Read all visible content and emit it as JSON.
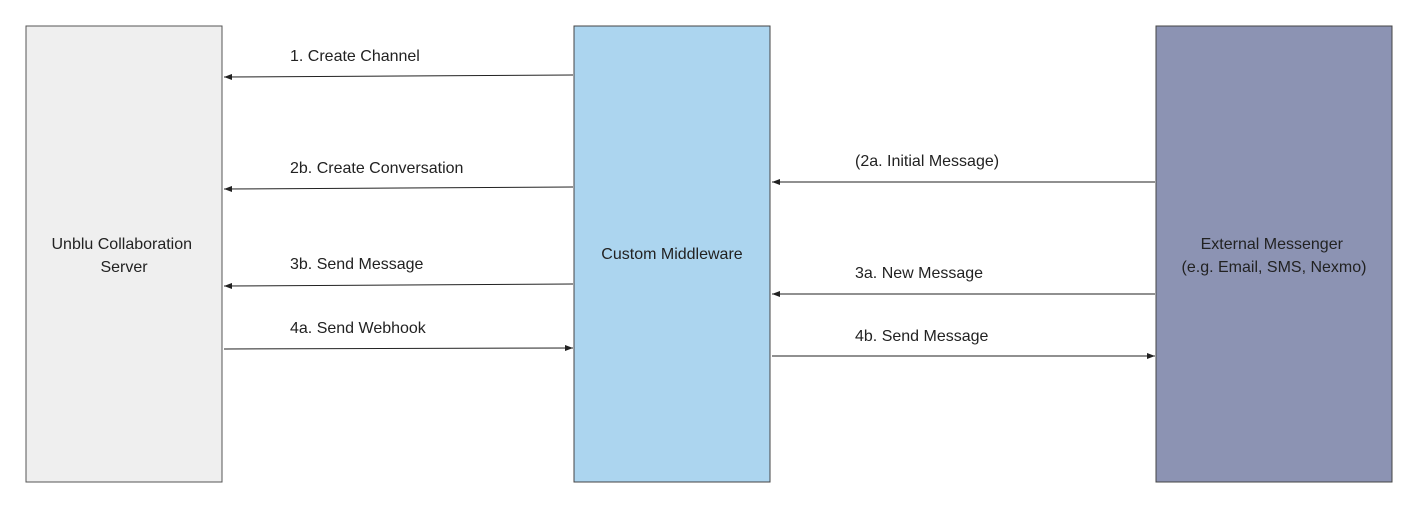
{
  "nodes": {
    "unblu": {
      "lines": [
        "Unblu Collaboration",
        "Server"
      ],
      "fill": "#efefef",
      "stroke": "#555555"
    },
    "middleware": {
      "lines": [
        "Custom Middleware"
      ],
      "fill": "#acd5ef",
      "stroke": "#444444"
    },
    "external": {
      "lines": [
        "External Messenger",
        "(e.g. Email, SMS, Nexmo)"
      ],
      "fill": "#8c93b3",
      "stroke": "#444444"
    }
  },
  "edges": [
    {
      "label": "1. Create Channel",
      "from": "middleware",
      "to": "unblu"
    },
    {
      "label": "2b. Create Conversation",
      "from": "middleware",
      "to": "unblu"
    },
    {
      "label": "3b. Send Message",
      "from": "middleware",
      "to": "unblu"
    },
    {
      "label": "4a. Send Webhook",
      "from": "unblu",
      "to": "middleware"
    },
    {
      "label": "(2a. Initial Message)",
      "from": "external",
      "to": "middleware"
    },
    {
      "label": "3a. New Message",
      "from": "external",
      "to": "middleware"
    },
    {
      "label": "4b. Send Message",
      "from": "middleware",
      "to": "external"
    }
  ]
}
